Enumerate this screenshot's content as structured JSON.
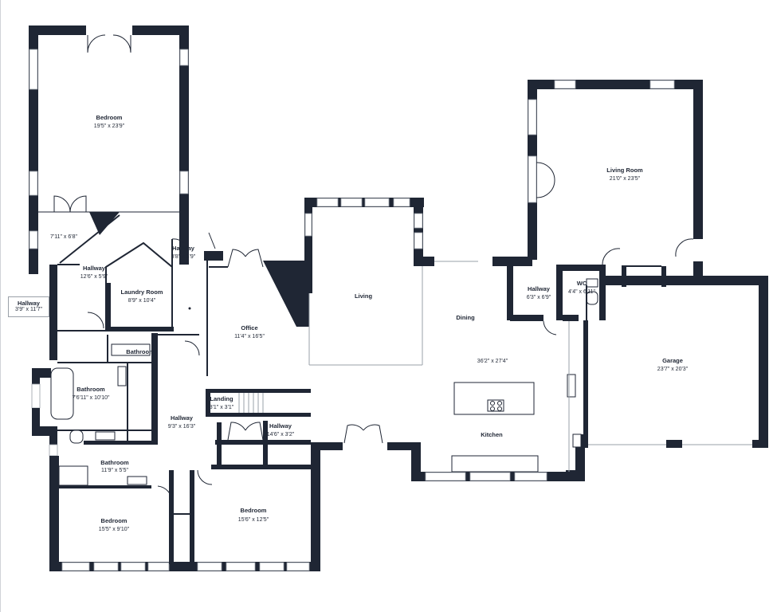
{
  "colors": {
    "wall": "#1f2634",
    "window": "#ffffff",
    "line": "#9aa0a8"
  },
  "rooms": {
    "bedroom_top": {
      "name": "Bedroom",
      "dims": "19'5\" x 23'9\""
    },
    "closet": {
      "name": "",
      "dims": "7'11\" x 6'8\""
    },
    "hallway_a": {
      "name": "Hallway",
      "dims": "12'6\" x 5'9\""
    },
    "hallway_b": {
      "name": "Hallway",
      "dims": "8'8\" x 3'9\""
    },
    "laundry": {
      "name": "Laundry Room",
      "dims": "8'9\" x 10'4\""
    },
    "hallway_c": {
      "name": "Hallway",
      "dims": "3'9\" x 11'7\""
    },
    "bathroom_small": {
      "name": "Bathroom",
      "dims": ""
    },
    "bathroom_left": {
      "name": "Bathroom",
      "dims": "7'6'11\" x 10'10\""
    },
    "bathroom_low": {
      "name": "Bathroom",
      "dims": "11'9\" x 5'5\""
    },
    "office": {
      "name": "Office",
      "dims": "11'4\" x 16'5\""
    },
    "landing": {
      "name": "Landing",
      "dims": "3'1\" x 3'1\""
    },
    "hallway_d": {
      "name": "Hallway",
      "dims": "9'3\" x 16'3\""
    },
    "hallway_e": {
      "name": "Hallway",
      "dims": "14'6\" x 3'2\""
    },
    "bedroom_sw": {
      "name": "Bedroom",
      "dims": "15'5\" x 9'10\""
    },
    "bedroom_s": {
      "name": "Bedroom",
      "dims": "15'6\" x 12'5\""
    },
    "living": {
      "name": "Living",
      "dims": ""
    },
    "dining": {
      "name": "Dining",
      "dims": ""
    },
    "kitchen": {
      "name": "Kitchen",
      "dims": "36'2\" x 27'4\""
    },
    "living_room": {
      "name": "Living Room",
      "dims": "21'0\" x 23'5\""
    },
    "hallway_f": {
      "name": "Hallway",
      "dims": "6'3\" x 6'9\""
    },
    "wc": {
      "name": "WC",
      "dims": "4'4\" x 6'11\""
    },
    "garage": {
      "name": "Garage",
      "dims": "23'7\" x 20'3\""
    }
  }
}
